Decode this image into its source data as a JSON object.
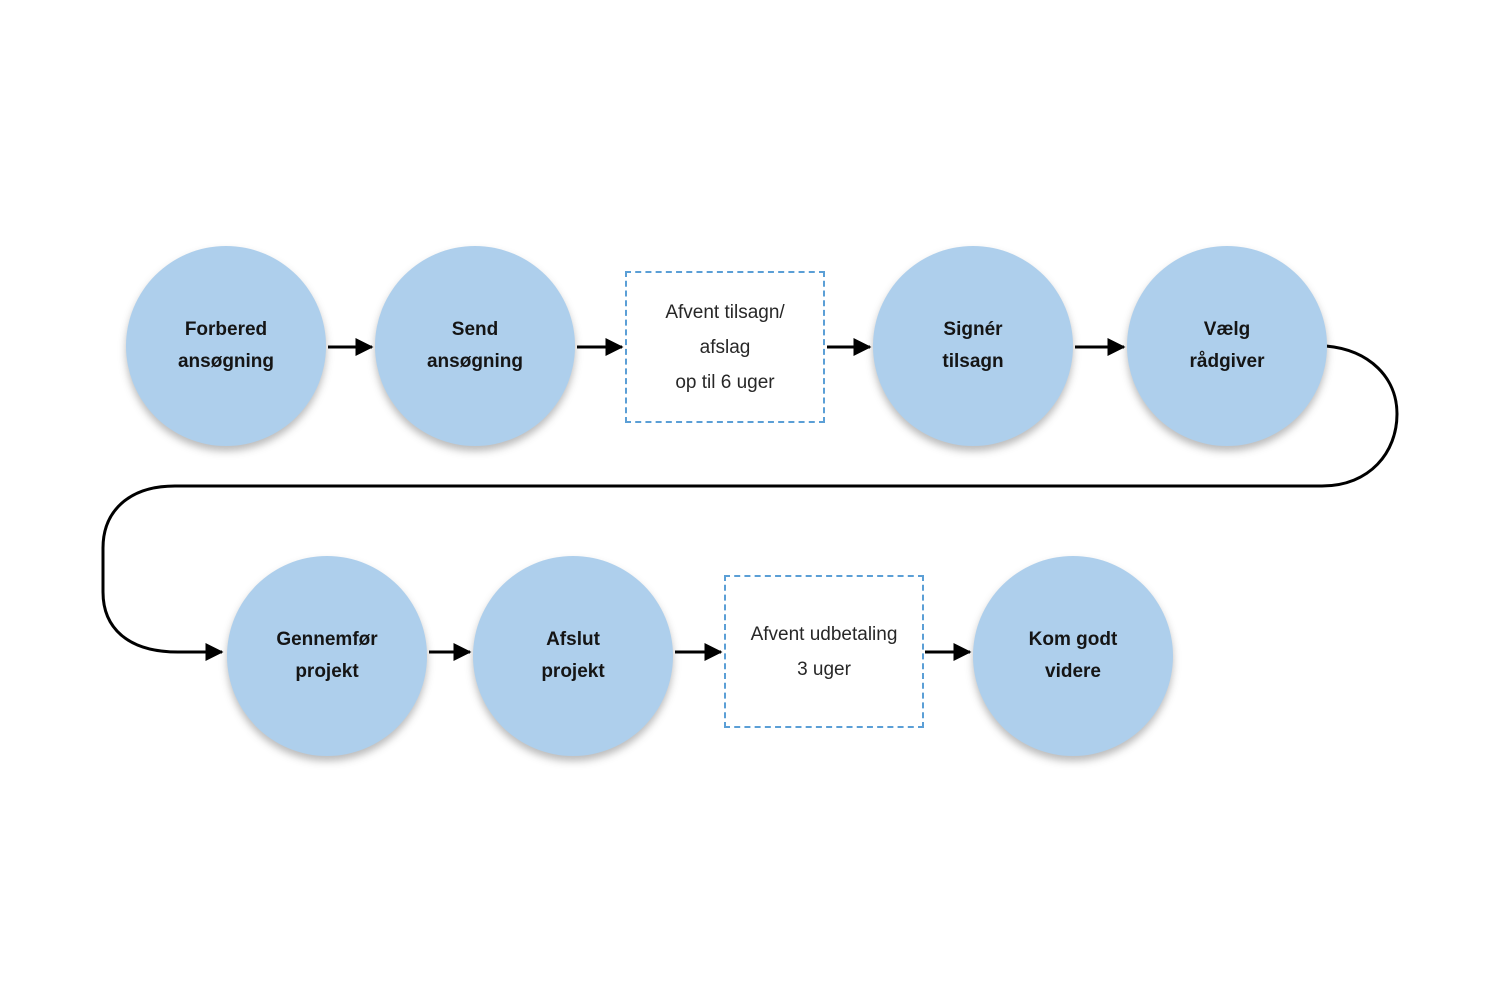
{
  "flowchart": {
    "description": "Process flow diagram with two rows of steps connected by arrows",
    "nodes": [
      {
        "id": "forbered-ansoegning",
        "type": "circle",
        "lines": [
          "Forbered",
          "ansøgning"
        ]
      },
      {
        "id": "send-ansoegning",
        "type": "circle",
        "lines": [
          "Send",
          "ansøgning"
        ]
      },
      {
        "id": "afvent-tilsagn",
        "type": "dashed-box",
        "lines": [
          "Afvent tilsagn/",
          "afslag",
          "op til 6 uger"
        ]
      },
      {
        "id": "signer-tilsagn",
        "type": "circle",
        "lines": [
          "Signér",
          "tilsagn"
        ]
      },
      {
        "id": "vaelg-raadgiver",
        "type": "circle",
        "lines": [
          "Vælg",
          "rådgiver"
        ]
      },
      {
        "id": "gennemfoer-projekt",
        "type": "circle",
        "lines": [
          "Gennemfør",
          "projekt"
        ]
      },
      {
        "id": "afslut-projekt",
        "type": "circle",
        "lines": [
          "Afslut",
          "projekt"
        ]
      },
      {
        "id": "afvent-udbetaling",
        "type": "dashed-box",
        "lines": [
          "Afvent udbetaling",
          "3 uger"
        ]
      },
      {
        "id": "kom-godt-videre",
        "type": "circle",
        "lines": [
          "Kom godt",
          "videre"
        ]
      }
    ],
    "flow_order": [
      "Forbered ansøgning",
      "Send ansøgning",
      "Afvent tilsagn/afslag op til 6 uger",
      "Signér tilsagn",
      "Vælg rådgiver",
      "Gennemfør projekt",
      "Afslut projekt",
      "Afvent udbetaling 3 uger",
      "Kom godt videre"
    ],
    "colors": {
      "circle_fill": "#aecfec",
      "dashed_border": "#5b9fd6",
      "connector": "#000000",
      "circle_text": "#151515",
      "box_text": "#272727",
      "background": "#ffffff"
    }
  }
}
